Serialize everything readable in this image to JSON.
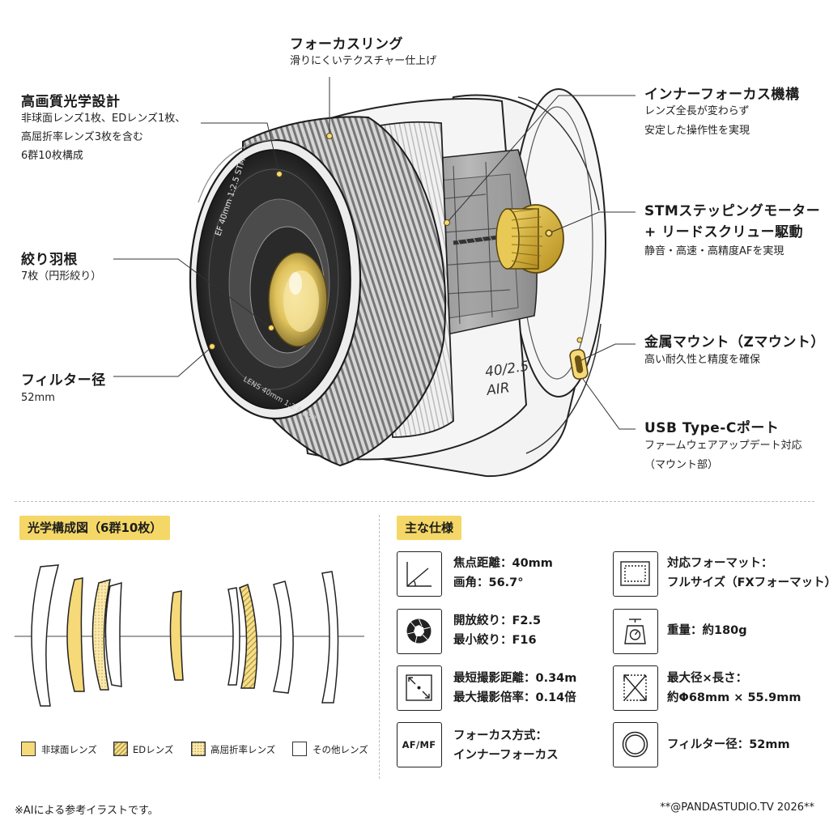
{
  "colors": {
    "accent": "#f4d766",
    "lens_yellow": "#f6d978",
    "ink": "#1b1b1b"
  },
  "illustration": {
    "barrel_text": "EF 40mm 1:2.5 STM",
    "front_ring_text": "LENS 40mm 1:2.5 Ø52",
    "model_mark": "40/2.5",
    "model_air": "AIR"
  },
  "annotations": {
    "focus_ring": {
      "title": "フォーカスリング",
      "desc": "滑りにくいテクスチャー仕上げ"
    },
    "optical": {
      "title": "高画質光学設計",
      "lines": [
        "非球面レンズ1枚、EDレンズ1枚、",
        "高屈折率レンズ3枚を含む",
        "6群10枚構成"
      ]
    },
    "aperture": {
      "title": "絞り羽根",
      "desc": "7枚（円形絞り）"
    },
    "filter": {
      "title": "フィルター径",
      "desc": "52mm"
    },
    "inner_focus": {
      "title": "インナーフォーカス機構",
      "lines": [
        "レンズ全長が変わらず",
        "安定した操作性を実現"
      ]
    },
    "stm": {
      "title1": "STMステッピングモーター",
      "title2": "+ リードスクリュー駆動",
      "desc": "静音・高速・高精度AFを実現"
    },
    "mount": {
      "title": "金属マウント（Zマウント）",
      "desc": "高い耐久性と精度を確保"
    },
    "usb": {
      "title": "USB Type-Cポート",
      "lines": [
        "ファームウェアアップデート対応",
        "（マウント部）"
      ]
    }
  },
  "optics_section": {
    "title": "光学構成図（6群10枚）",
    "legend": [
      {
        "label": "非球面レンズ",
        "icon": "solid-yellow-swatch"
      },
      {
        "label": "EDレンズ",
        "icon": "hatched-yellow-swatch"
      },
      {
        "label": "高屈折率レンズ",
        "icon": "dotted-yellow-swatch"
      },
      {
        "label": "その他レンズ",
        "icon": "white-swatch"
      }
    ]
  },
  "specs_section": {
    "title": "主な仕様",
    "items": [
      {
        "icon": "focal-angle-icon",
        "line1": "焦点距離：40mm",
        "line2": "画角：56.7°"
      },
      {
        "icon": "format-frame-icon",
        "line1": "対応フォーマット：",
        "line2": "フルサイズ（FXフォーマット）"
      },
      {
        "icon": "aperture-icon",
        "line1": "開放絞り：F2.5",
        "line2": "最小絞り：F16"
      },
      {
        "icon": "scale-icon",
        "line1": "重量：約180g",
        "line2": ""
      },
      {
        "icon": "min-focus-icon",
        "line1": "最短撮影距離：0.34m",
        "line2": "最大撮影倍率：0.14倍"
      },
      {
        "icon": "dimensions-icon",
        "line1": "最大径×長さ：",
        "line2": "約Φ68mm × 55.9mm"
      },
      {
        "icon": "af-mf-icon",
        "icon_text": "AF/MF",
        "line1": "フォーカス方式：",
        "line2": "インナーフォーカス"
      },
      {
        "icon": "filter-ring-icon",
        "line1": "フィルター径：52mm",
        "line2": ""
      }
    ]
  },
  "footer": {
    "left": "※AIによる参考イラストです。",
    "right": "**@PANDASTUDIO.TV 2026**"
  }
}
